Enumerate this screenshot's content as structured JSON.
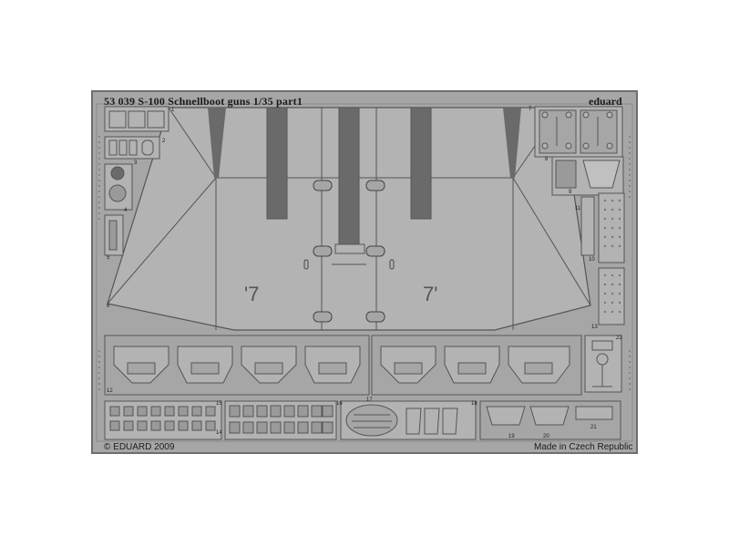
{
  "fret": {
    "title": "53 039   S-100 Schnellboot guns 1/35    part1",
    "brand": "eduard",
    "copyright": "© EDUARD 2009",
    "origin": "Made in Czech Republic",
    "shield_marks": {
      "left": "'7",
      "right": "7'"
    },
    "part_numbers": [
      "1",
      "2",
      "3",
      "4",
      "5",
      "6",
      "7",
      "8",
      "9",
      "10",
      "11",
      "12",
      "13",
      "14",
      "15",
      "16",
      "17",
      "18",
      "19",
      "20",
      "21",
      "22"
    ]
  },
  "colors": {
    "background": "#ffffff",
    "fret_metal": "#a6a6a6",
    "fret_edge": "#6e6e6e",
    "part_fill": "#b3b3b3",
    "etched_line": "#555555",
    "dark_slot": "#6a6a6a"
  }
}
